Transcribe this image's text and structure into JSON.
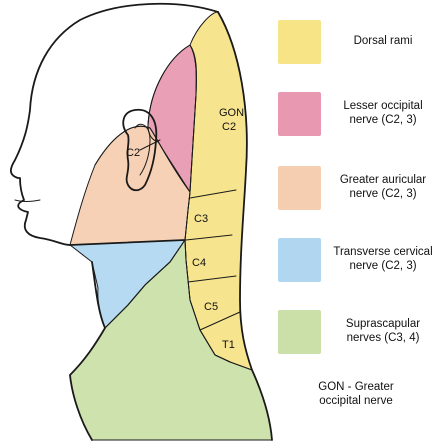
{
  "diagram": {
    "segment_labels": {
      "gon": "GON",
      "c2": "C2",
      "c3": "C3",
      "c4": "C4",
      "c5": "C5",
      "t1": "T1",
      "ear_c2": "C2"
    }
  },
  "legend": {
    "items": [
      {
        "line1": "Dorsal rami",
        "line2": "",
        "color": "#f5e17a"
      },
      {
        "line1": "Lesser occipital",
        "line2": "nerve (C2, 3)",
        "color": "#e58ea8"
      },
      {
        "line1": "Greater auricular",
        "line2": "nerve (C2, 3)",
        "color": "#f4c9a8"
      },
      {
        "line1": "Transverse cervical",
        "line2": "nerve (C2, 3)",
        "color": "#a9d3ee"
      },
      {
        "line1": "Suprascapular",
        "line2": "nerves (C3, 4)",
        "color": "#c5dd9f"
      }
    ]
  },
  "footnote": {
    "line1": "GON - Greater",
    "line2": "occipital nerve"
  },
  "colors": {
    "outline": "#1a1a1a",
    "dorsal_rami": "#f5e17a",
    "lesser_occipital": "#e58ea8",
    "greater_auricular": "#f4c9a8",
    "transverse_cervical": "#a9d3ee",
    "suprascapular": "#c5dd9f"
  }
}
